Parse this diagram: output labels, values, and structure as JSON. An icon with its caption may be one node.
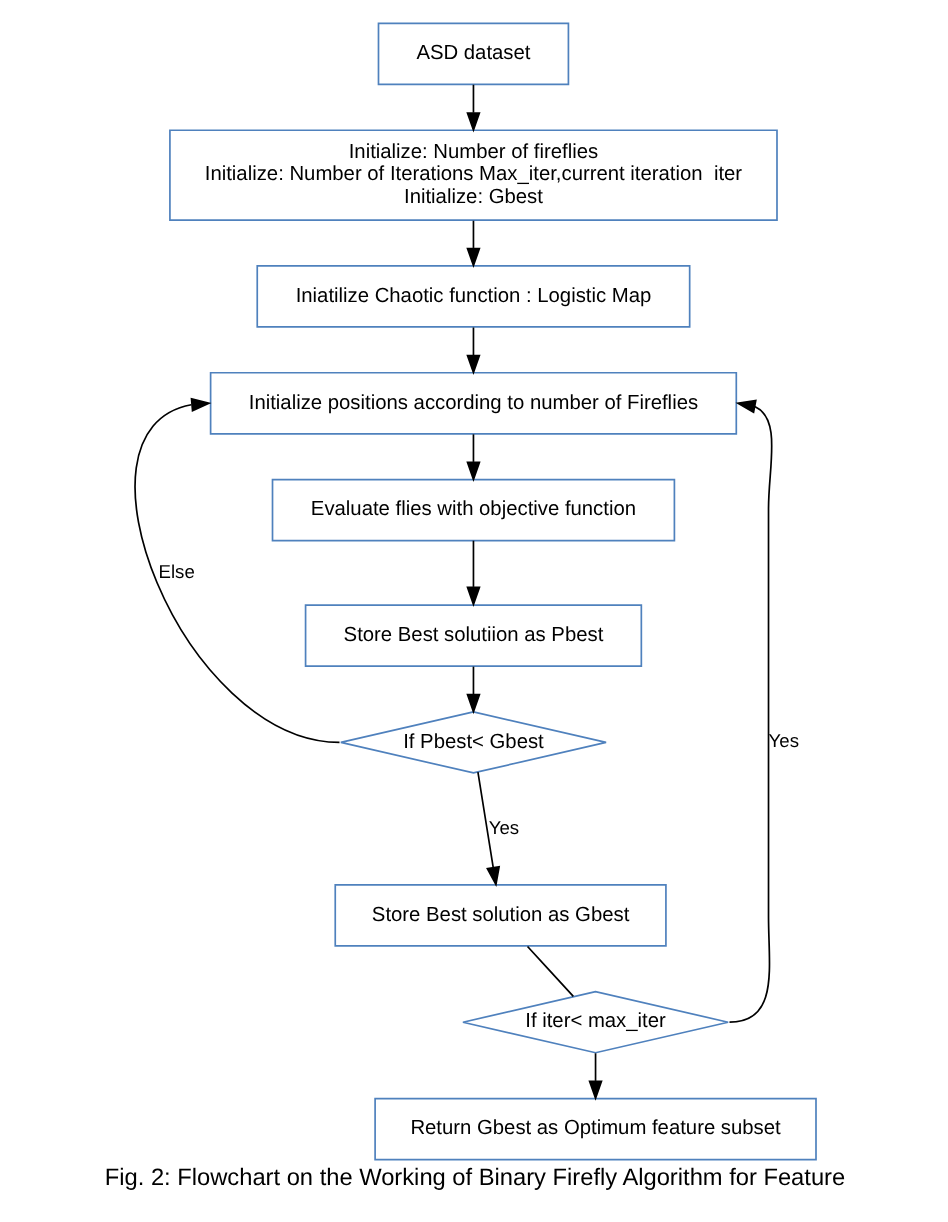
{
  "diagram": {
    "caption": "Fig. 2: Flowchart on the Working of Binary Firefly Algorithm for Feature",
    "nodes": [
      {
        "text": [
          "ASD dataset"
        ]
      },
      {
        "text": [
          "Initialize: Number of fireflies",
          "Initialize: Number of Iterations Max_iter,current iteration  iter",
          "Initialize: Gbest"
        ]
      },
      {
        "text": [
          "Iniatilize Chaotic function : Logistic Map"
        ]
      },
      {
        "text": [
          "Initialize positions according to number of Fireflies"
        ]
      },
      {
        "text": [
          "Evaluate flies with objective function"
        ]
      },
      {
        "text": [
          "Store Best solutiion as Pbest"
        ]
      },
      {
        "text": [
          "If Pbest< Gbest"
        ]
      },
      {
        "text": [
          "Store Best solution as Gbest"
        ]
      },
      {
        "text": [
          "If iter< max_iter"
        ]
      },
      {
        "text": [
          "Return Gbest as Optimum feature subset"
        ]
      }
    ],
    "edges": [
      {
        "from": 0,
        "to": 1,
        "arrow": "to"
      },
      {
        "from": 1,
        "to": 2,
        "arrow": "to"
      },
      {
        "from": 2,
        "to": 3,
        "arrow": "to"
      },
      {
        "from": 3,
        "to": 4,
        "arrow": "to"
      },
      {
        "from": 4,
        "to": 5,
        "arrow": "to"
      },
      {
        "from": 5,
        "to": 6,
        "arrow": "to"
      },
      {
        "from": 6,
        "to": 3,
        "arrow": "to",
        "label": "Else"
      },
      {
        "from": 6,
        "to": 7,
        "arrow": "to",
        "label": "Yes"
      },
      {
        "from": 7,
        "to": 8,
        "arrow": "none"
      },
      {
        "from": 8,
        "to": 3,
        "arrow": "to",
        "label": "Yes"
      },
      {
        "from": 8,
        "to": 9,
        "arrow": "to"
      }
    ]
  }
}
